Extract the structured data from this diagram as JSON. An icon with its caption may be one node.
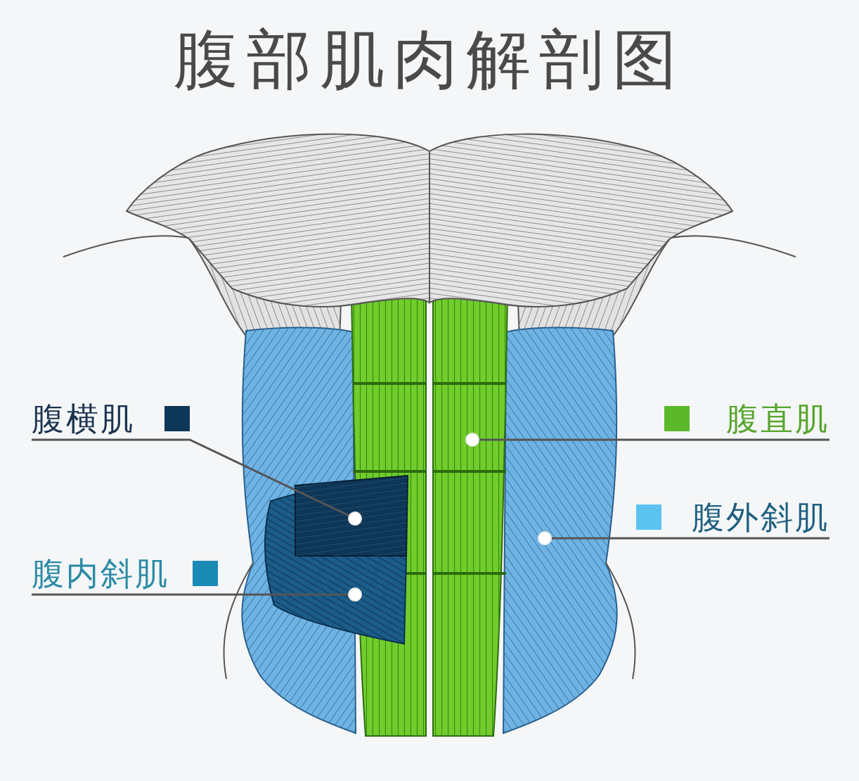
{
  "diagram": {
    "title": "腹部肌肉解剖图",
    "nodes": [
      {
        "text": [
          "腹横肌"
        ]
      },
      {
        "text": [
          "腹直肌"
        ]
      },
      {
        "text": [
          "腹外斜肌"
        ]
      },
      {
        "text": [
          "腹内斜肌"
        ]
      },
      {
        "text": [],
        "shape": "circle"
      },
      {
        "text": [],
        "shape": "circle"
      },
      {
        "text": [],
        "shape": "circle"
      },
      {
        "text": [],
        "shape": "circle"
      }
    ],
    "edges": [
      {
        "from": 0,
        "to": 5,
        "arrow": "none"
      },
      {
        "from": 1,
        "to": 4,
        "arrow": "none"
      },
      {
        "from": 2,
        "to": 6,
        "arrow": "none"
      },
      {
        "from": 3,
        "to": 7,
        "arrow": "none"
      }
    ]
  }
}
